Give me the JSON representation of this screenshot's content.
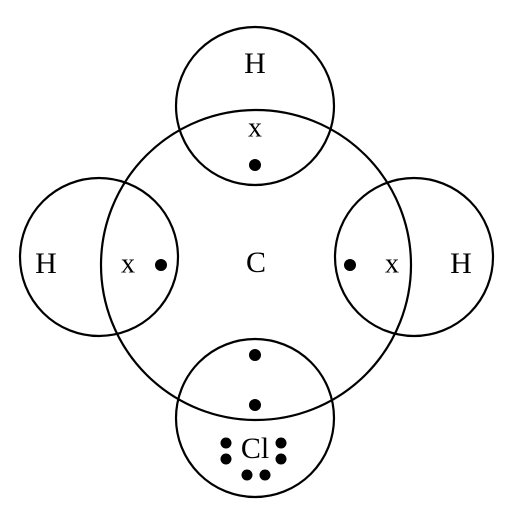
{
  "diagram": {
    "atoms": {
      "center": "C",
      "top": "H",
      "left": "H",
      "right": "H",
      "bottom": "Cl"
    },
    "electron_cross_symbol": "x",
    "colors": {
      "line": "#000000",
      "background": "#ffffff"
    }
  }
}
